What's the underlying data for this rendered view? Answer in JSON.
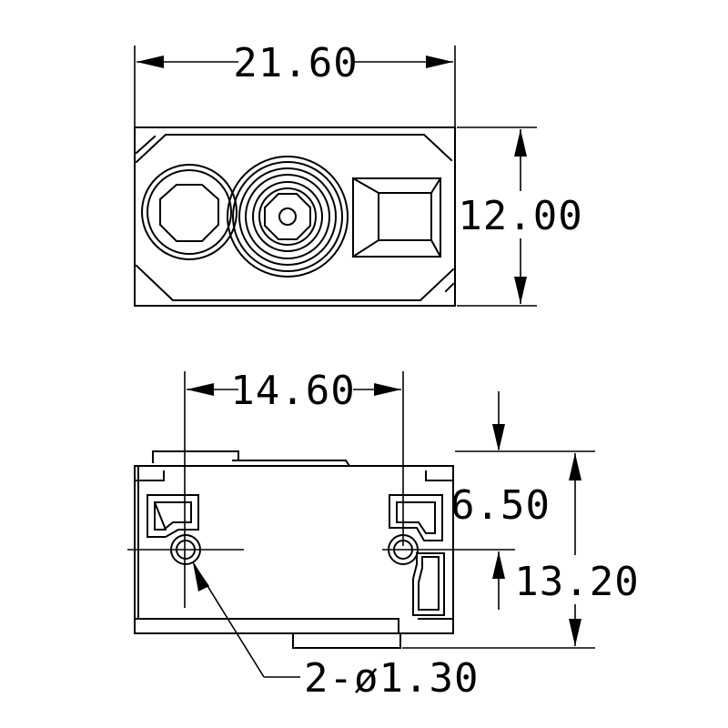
{
  "top_view": {
    "width_dim": "21.60",
    "height_dim": "12.00"
  },
  "bottom_view": {
    "hole_spacing_dim": "14.60",
    "hole_offset_dim": "6.50",
    "height_dim": "13.20",
    "hole_callout": "2-ø1.30"
  }
}
